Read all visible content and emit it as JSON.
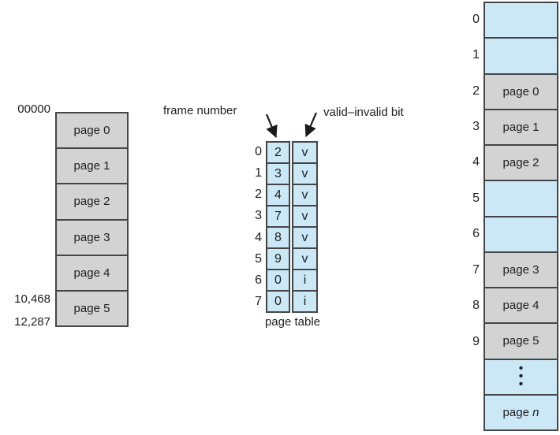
{
  "figure": "paging-hardware-valid-invalid-bit-diagram",
  "colors": {
    "cell_blue": "#cbe8f7",
    "cell_gray": "#d3d3d3",
    "border": "#454545",
    "text": "#1e1e1e",
    "background": "#ffffff"
  },
  "logical_memory": {
    "address_top": "00000",
    "address_page5": "10,468",
    "address_bottom": "12,287",
    "pages": [
      "page 0",
      "page 1",
      "page 2",
      "page 3",
      "page 4",
      "page 5"
    ]
  },
  "page_table": {
    "label_frame": "frame number",
    "label_valid": "valid–invalid bit",
    "caption": "page table",
    "rows": [
      {
        "index": "0",
        "frame": "2",
        "bit": "v"
      },
      {
        "index": "1",
        "frame": "3",
        "bit": "v"
      },
      {
        "index": "2",
        "frame": "4",
        "bit": "v"
      },
      {
        "index": "3",
        "frame": "7",
        "bit": "v"
      },
      {
        "index": "4",
        "frame": "8",
        "bit": "v"
      },
      {
        "index": "5",
        "frame": "9",
        "bit": "v"
      },
      {
        "index": "6",
        "frame": "0",
        "bit": "i"
      },
      {
        "index": "7",
        "frame": "0",
        "bit": "i"
      }
    ]
  },
  "physical_memory": {
    "rows": [
      {
        "index": "0",
        "label": ""
      },
      {
        "index": "1",
        "label": ""
      },
      {
        "index": "2",
        "label": "page 0"
      },
      {
        "index": "3",
        "label": "page 1"
      },
      {
        "index": "4",
        "label": "page 2"
      },
      {
        "index": "5",
        "label": ""
      },
      {
        "index": "6",
        "label": ""
      },
      {
        "index": "7",
        "label": "page 3"
      },
      {
        "index": "8",
        "label": "page 4"
      },
      {
        "index": "9",
        "label": "page 5"
      }
    ],
    "ellipsis_glyph": "•\n•\n•",
    "page_n_prefix": "page ",
    "page_n_var": "n"
  }
}
